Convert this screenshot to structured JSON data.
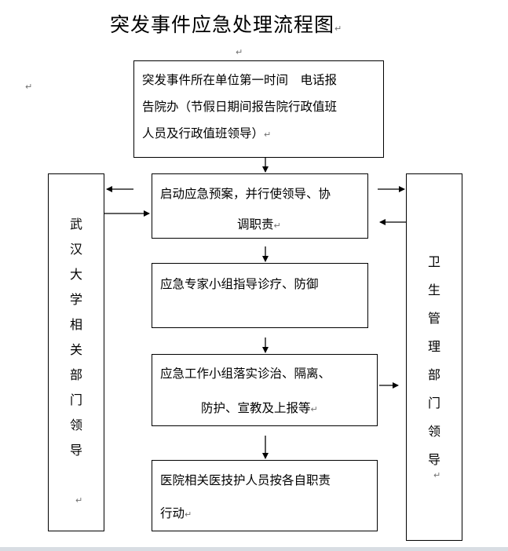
{
  "title": "突发事件应急处理流程图",
  "paragraph_mark": "↵",
  "boxes": {
    "report_line1": "突发事件所在单位第一时间　电话报",
    "report_line2": "告院办（节假日期间报告院行政值班",
    "report_line3": "人员及行政值班领导）",
    "launch_line1": "启动应急预案，并行使领导、协",
    "launch_line2": "调职责",
    "expert": "应急专家小组指导诊疗、防御",
    "work_line1": "应急工作小组落实诊治、隔离、",
    "work_line2": "防护、宣教及上报等",
    "staff_line1": "医院相关医技护人员按各自职责",
    "staff_line2": "行动"
  },
  "left_panel": [
    "武",
    "汉",
    "大",
    "学",
    "相",
    "关",
    "部",
    "门",
    "领",
    "导"
  ],
  "right_panel": [
    "卫",
    "生",
    "管",
    "理",
    "部",
    "门",
    "领",
    "导"
  ]
}
